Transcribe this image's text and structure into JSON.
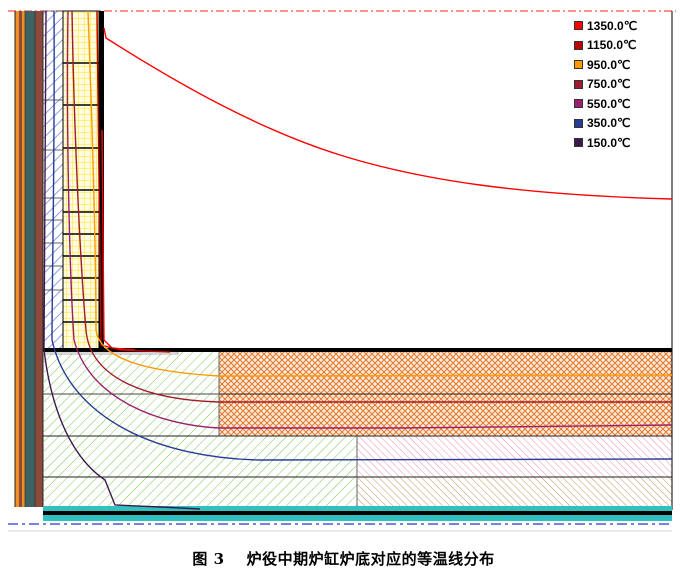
{
  "figure": {
    "caption_number": "图 3",
    "caption_text": "炉役中期炉缸炉底对应的等温线分布"
  },
  "legend": {
    "items": [
      {
        "label": "1350.0℃",
        "color": "#ff0000"
      },
      {
        "label": "1150.0℃",
        "color": "#c00000"
      },
      {
        "label": "950.0℃",
        "color": "#ff9900"
      },
      {
        "label": "750.0℃",
        "color": "#a01c2c"
      },
      {
        "label": "550.0℃",
        "color": "#99206e"
      },
      {
        "label": "350.0℃",
        "color": "#283c96"
      },
      {
        "label": "150.0℃",
        "color": "#3c1a50"
      }
    ]
  },
  "colors": {
    "axis_dashdot_red": "#ff2020",
    "axis_dashdot_blue": "#4a5ad8",
    "shell_orange": "#f09020",
    "shell_teal": "#3c6464",
    "shell_brown": "#8b4a3c",
    "carbon_blue_hatch": "#6a7fe0",
    "refractory_yellow": "#ffe640",
    "bottom_green_hatch": "#7ac850",
    "corundum_orange_cross": "#e07830",
    "pink_hatch": "#f090b0",
    "tan_hatch": "#b89860",
    "cooling_cyan": "#30c0c0"
  }
}
